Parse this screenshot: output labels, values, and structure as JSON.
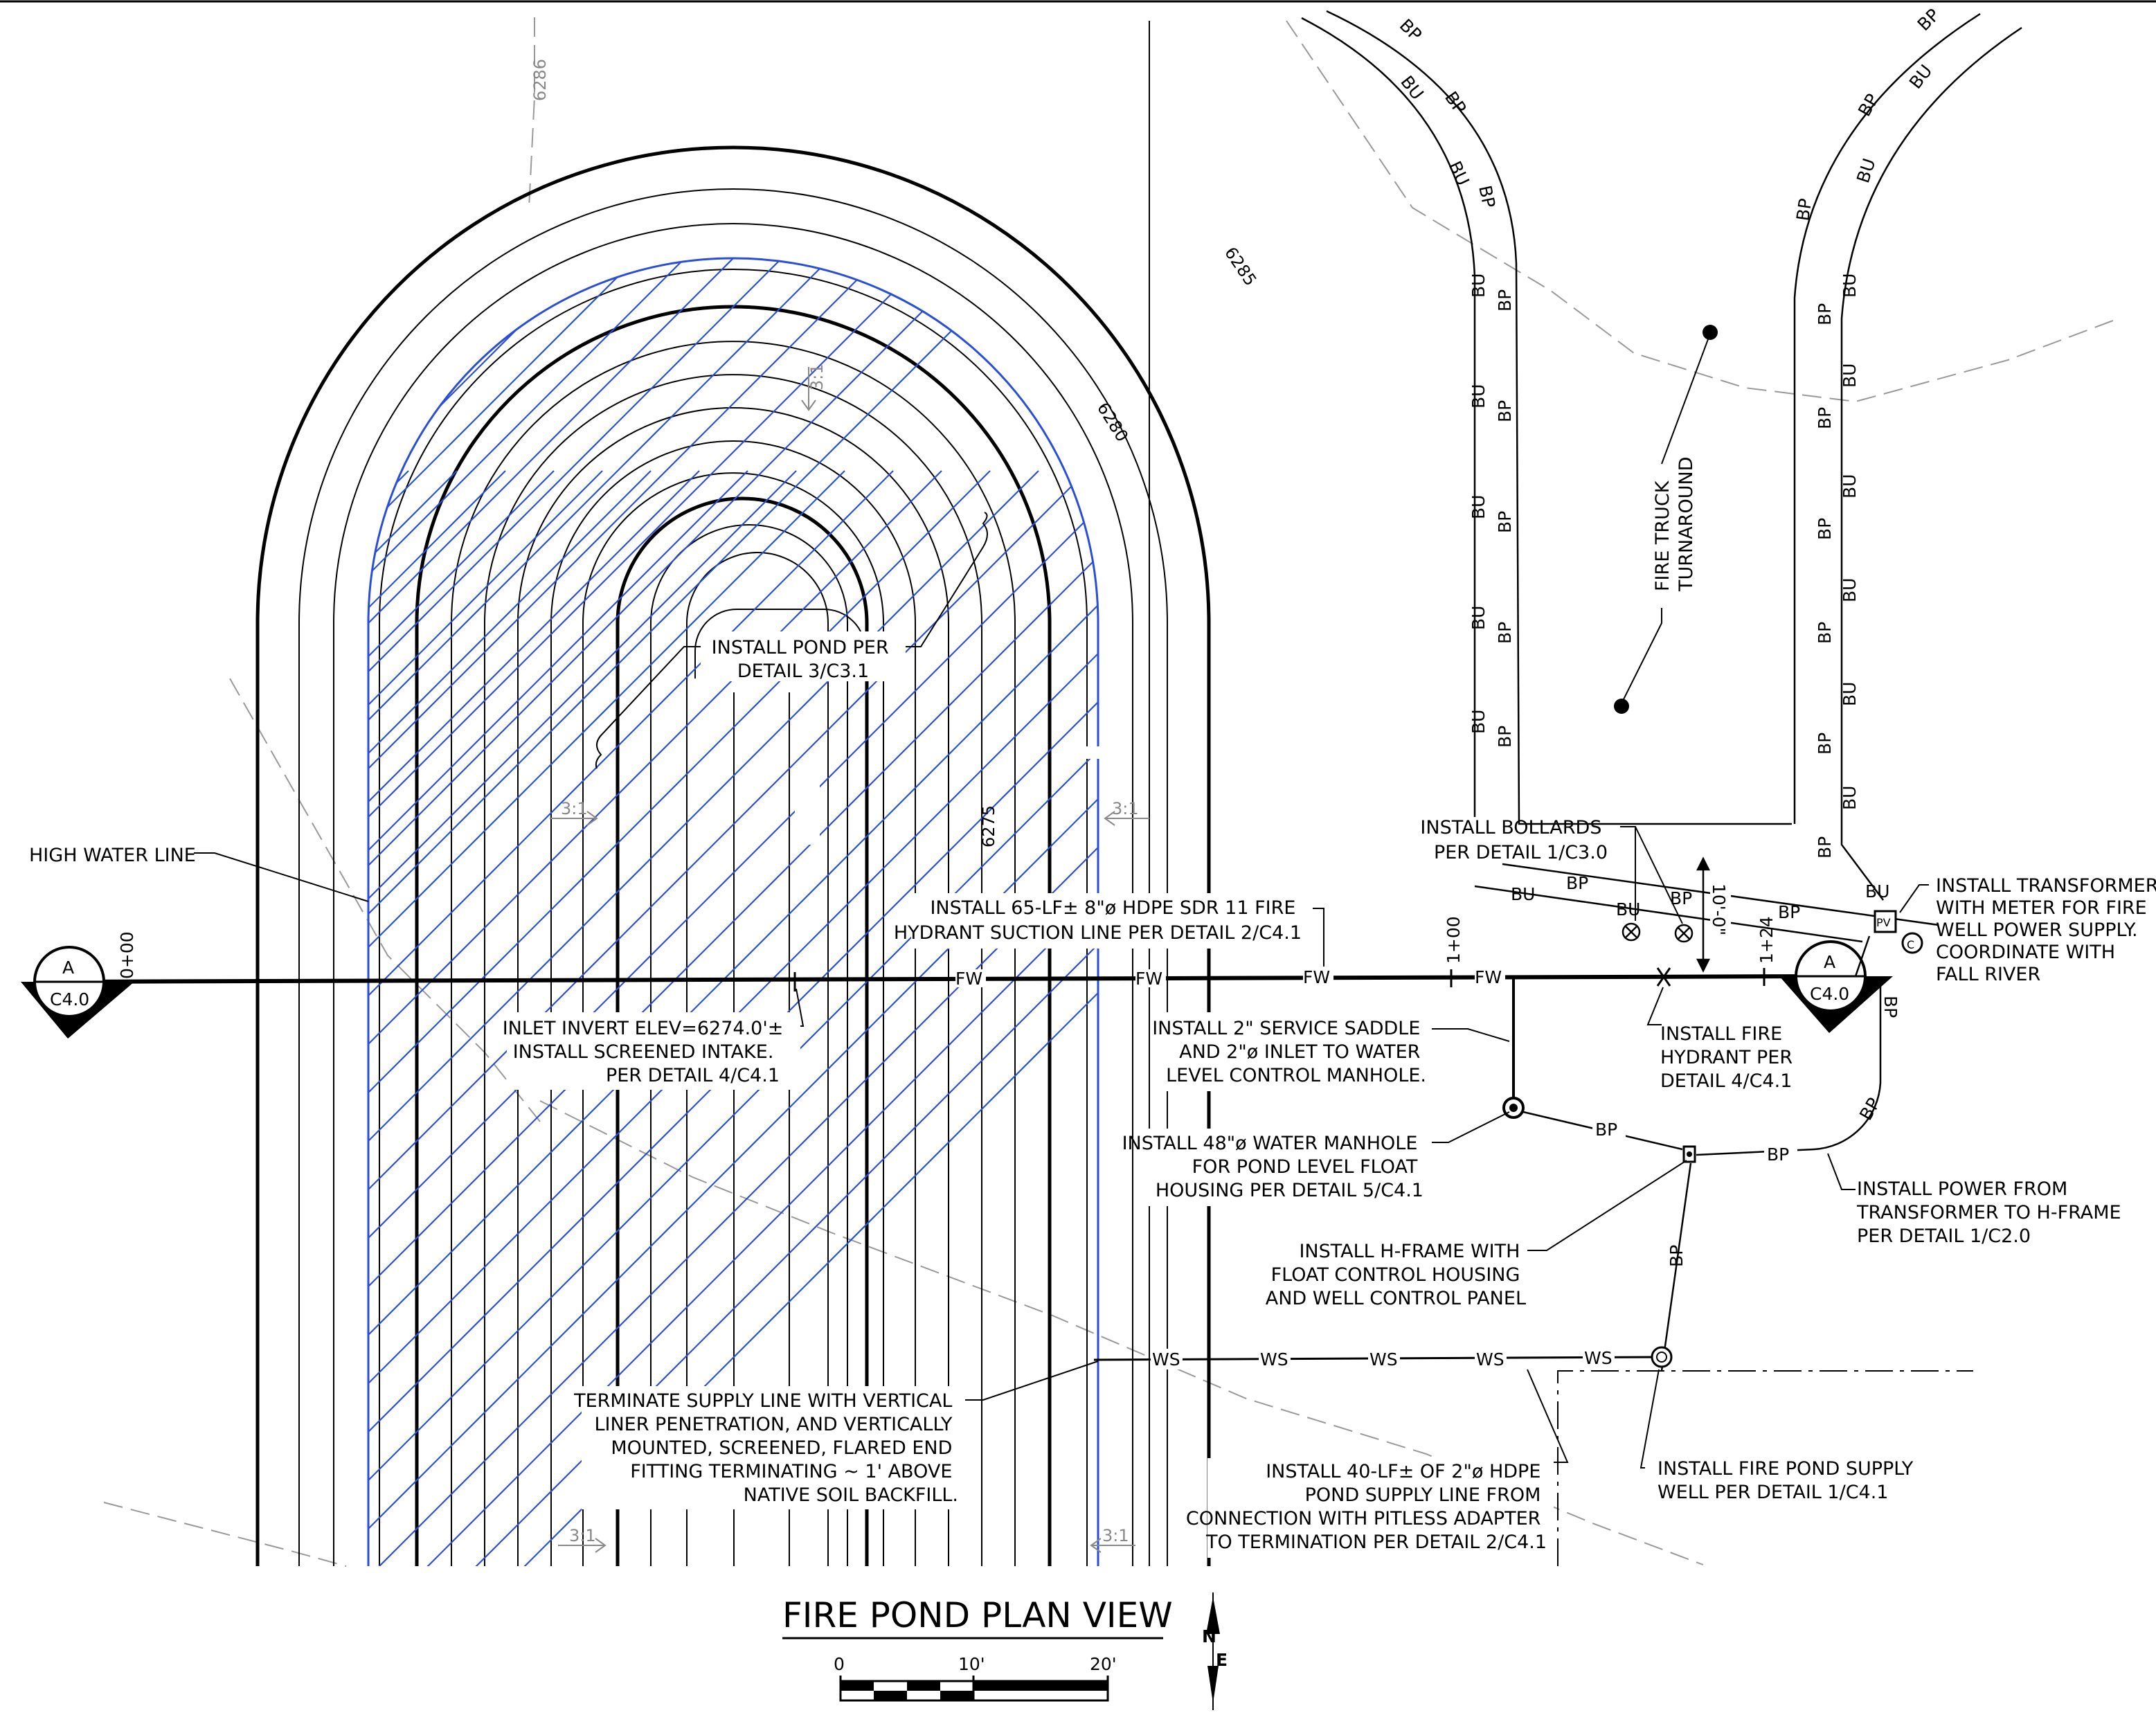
{
  "drawing": {
    "title": "FIRE POND PLAN VIEW",
    "scale_bar": {
      "ticks": [
        "0",
        "10'",
        "20'"
      ]
    },
    "north_arrow": {
      "letters": [
        "N",
        "E"
      ]
    }
  },
  "contours": {
    "labels": [
      "6286",
      "6285",
      "6280",
      "6275"
    ]
  },
  "slopes": [
    "3:1",
    "3:1",
    "3:1",
    "3:1",
    "3:1"
  ],
  "stations": [
    "0+00",
    "1+00",
    "1+24"
  ],
  "section_markers": [
    {
      "letter": "A",
      "sheet": "C4.0"
    },
    {
      "letter": "A",
      "sheet": "C4.0"
    }
  ],
  "line_tags": {
    "fw": "FW",
    "ws": "WS",
    "bp": "BP",
    "bu": "BU",
    "pv": "PV",
    "c": "C",
    "dimension": "10'-0\""
  },
  "notes": {
    "high_water": "HIGH WATER LINE",
    "install_pond": [
      "INSTALL POND PER",
      "DETAIL 3/C3.1"
    ],
    "suction_line": [
      "INSTALL 65-LF± 8\"ø HDPE SDR 11 FIRE",
      "HYDRANT SUCTION LINE PER DETAIL 2/C4.1"
    ],
    "inlet_invert": [
      "INLET INVERT ELEV=6274.0'±",
      "INSTALL SCREENED INTAKE.",
      "PER DETAIL 4/C4.1"
    ],
    "service_saddle": [
      "INSTALL 2\" SERVICE SADDLE",
      "AND 2\"ø INLET TO WATER",
      "LEVEL CONTROL MANHOLE."
    ],
    "water_manhole": [
      "INSTALL 48\"ø WATER MANHOLE",
      "FOR POND LEVEL FLOAT",
      "HOUSING PER DETAIL 5/C4.1"
    ],
    "h_frame": [
      "INSTALL H-FRAME WITH",
      "FLOAT CONTROL HOUSING",
      "AND WELL CONTROL PANEL"
    ],
    "terminate_supply": [
      "TERMINATE SUPPLY LINE WITH VERTICAL",
      "LINER PENETRATION, AND VERTICALLY",
      "MOUNTED, SCREENED, FLARED END",
      "FITTING TERMINATING ~ 1' ABOVE",
      "NATIVE SOIL BACKFILL."
    ],
    "supply_line": [
      "INSTALL 40-LF± OF 2\"ø HDPE",
      "POND SUPPLY LINE FROM",
      "CONNECTION WITH PITLESS ADAPTER",
      "TO TERMINATION PER DETAIL 2/C4.1"
    ],
    "supply_well": [
      "INSTALL FIRE POND SUPPLY",
      "WELL PER DETAIL 1/C4.1"
    ],
    "bollards": [
      "INSTALL BOLLARDS",
      "PER DETAIL 1/C3.0"
    ],
    "transformer": [
      "INSTALL TRANSFORMER",
      "WITH METER FOR FIRE",
      "WELL POWER SUPPLY.",
      "COORDINATE WITH",
      "FALL RIVER"
    ],
    "fire_hydrant": [
      "INSTALL FIRE",
      "HYDRANT PER",
      "DETAIL 4/C4.1"
    ],
    "power": [
      "INSTALL POWER FROM",
      "TRANSFORMER TO H-FRAME",
      "PER DETAIL 1/C2.0"
    ],
    "turnaround": [
      "FIRE TRUCK",
      "TURNAROUND"
    ]
  }
}
